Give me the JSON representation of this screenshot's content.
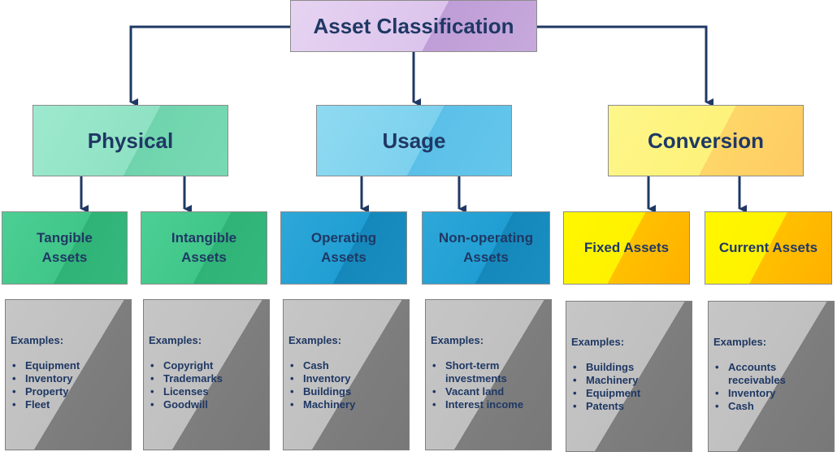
{
  "root": {
    "title": "Asset Classification"
  },
  "categories": [
    {
      "title": "Physical"
    },
    {
      "title": "Usage"
    },
    {
      "title": "Conversion"
    }
  ],
  "subtypes": [
    {
      "line1": "Tangible",
      "line2": "Assets"
    },
    {
      "line1": "Intangible",
      "line2": "Assets"
    },
    {
      "line1": "Operating",
      "line2": "Assets"
    },
    {
      "line1": "Non-operating",
      "line2": "Assets"
    },
    {
      "line1": "Fixed Assets",
      "line2": ""
    },
    {
      "line1": "Current Assets",
      "line2": ""
    }
  ],
  "examples": [
    {
      "heading": "Examples:",
      "items": [
        "Equipment",
        "Inventory",
        "Property",
        "Fleet"
      ]
    },
    {
      "heading": "Examples:",
      "items": [
        "Copyright",
        "Trademarks",
        "Licenses",
        "Goodwill"
      ]
    },
    {
      "heading": "Examples:",
      "items": [
        "Cash",
        "Inventory",
        "Buildings",
        "Machinery"
      ]
    },
    {
      "heading": "Examples:",
      "items": [
        "Short-term investments",
        "Vacant land",
        "Interest income"
      ]
    },
    {
      "heading": "Examples:",
      "items": [
        "Buildings",
        "Machinery",
        "Equipment",
        "Patents"
      ]
    },
    {
      "heading": "Examples:",
      "items": [
        "Accounts receivables",
        "Inventory",
        "Cash"
      ]
    }
  ],
  "colors": {
    "connector": "#1f3864",
    "text": "#1f3864"
  }
}
